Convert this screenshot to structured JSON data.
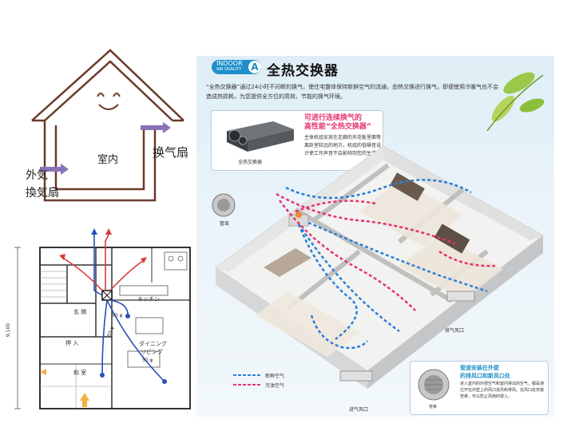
{
  "house_diagram": {
    "room_label": "室内",
    "fan_label_right": "换气扇",
    "outside_label": "外気",
    "fan_label_left": "換気扇"
  },
  "floor_plan": {
    "rooms": {
      "genkan": "玄 関",
      "kitchen": "キッチン",
      "dining": "ダイニング",
      "living": "リビング",
      "closet": "押 入",
      "washitsu": "和 室"
    },
    "duct_labels": [
      "50 φ",
      "50 φ",
      "50 φ"
    ],
    "dimension": "9,100"
  },
  "panel": {
    "badge_line1": "INDOOR",
    "badge_line2": "AIR QUALITY",
    "badge_letter": "A",
    "title": "全热交换器",
    "intro": "“全热交换器”通过24小时不间断的换气，使住宅整体保持新鲜空气的流通，由热交换进行换气，即便使用冷暖气也不会造成热损耗，为您提供全方位的高效、节能的换气环境。",
    "unit_label": "全热交换器",
    "box_title_line1": "可进行连续换气的",
    "box_title_line2": "高性能“全热交换器”",
    "box_body": "主体机组安放在走廊的天花板里面等离卧室较远的地方，机组的低噪音设计使工作声音不会影响到您的生活。",
    "label_pipe": "管束",
    "label_exhaust": "排气风口",
    "label_intake": "进气风口",
    "label_pipe2": "管束",
    "legend_fresh": "新鲜空气",
    "legend_dirty": "污浊空气",
    "corner_title_line1": "管道安装在外壁",
    "corner_title_line2": "的排风口和新风口处",
    "corner_body": "进入室内的外部空气和室内排出的空气，都是通过开在外壁上的风口进风和排风。在风口处安装管束，可以防止风雨的侵入。"
  },
  "colors": {
    "fresh_air": "#2a7fd6",
    "dirty_air": "#e8336d",
    "house_outline": "#6b3a2a",
    "fan_arrow": "#8a72b8",
    "brand_blue": "#1e8fc9"
  }
}
